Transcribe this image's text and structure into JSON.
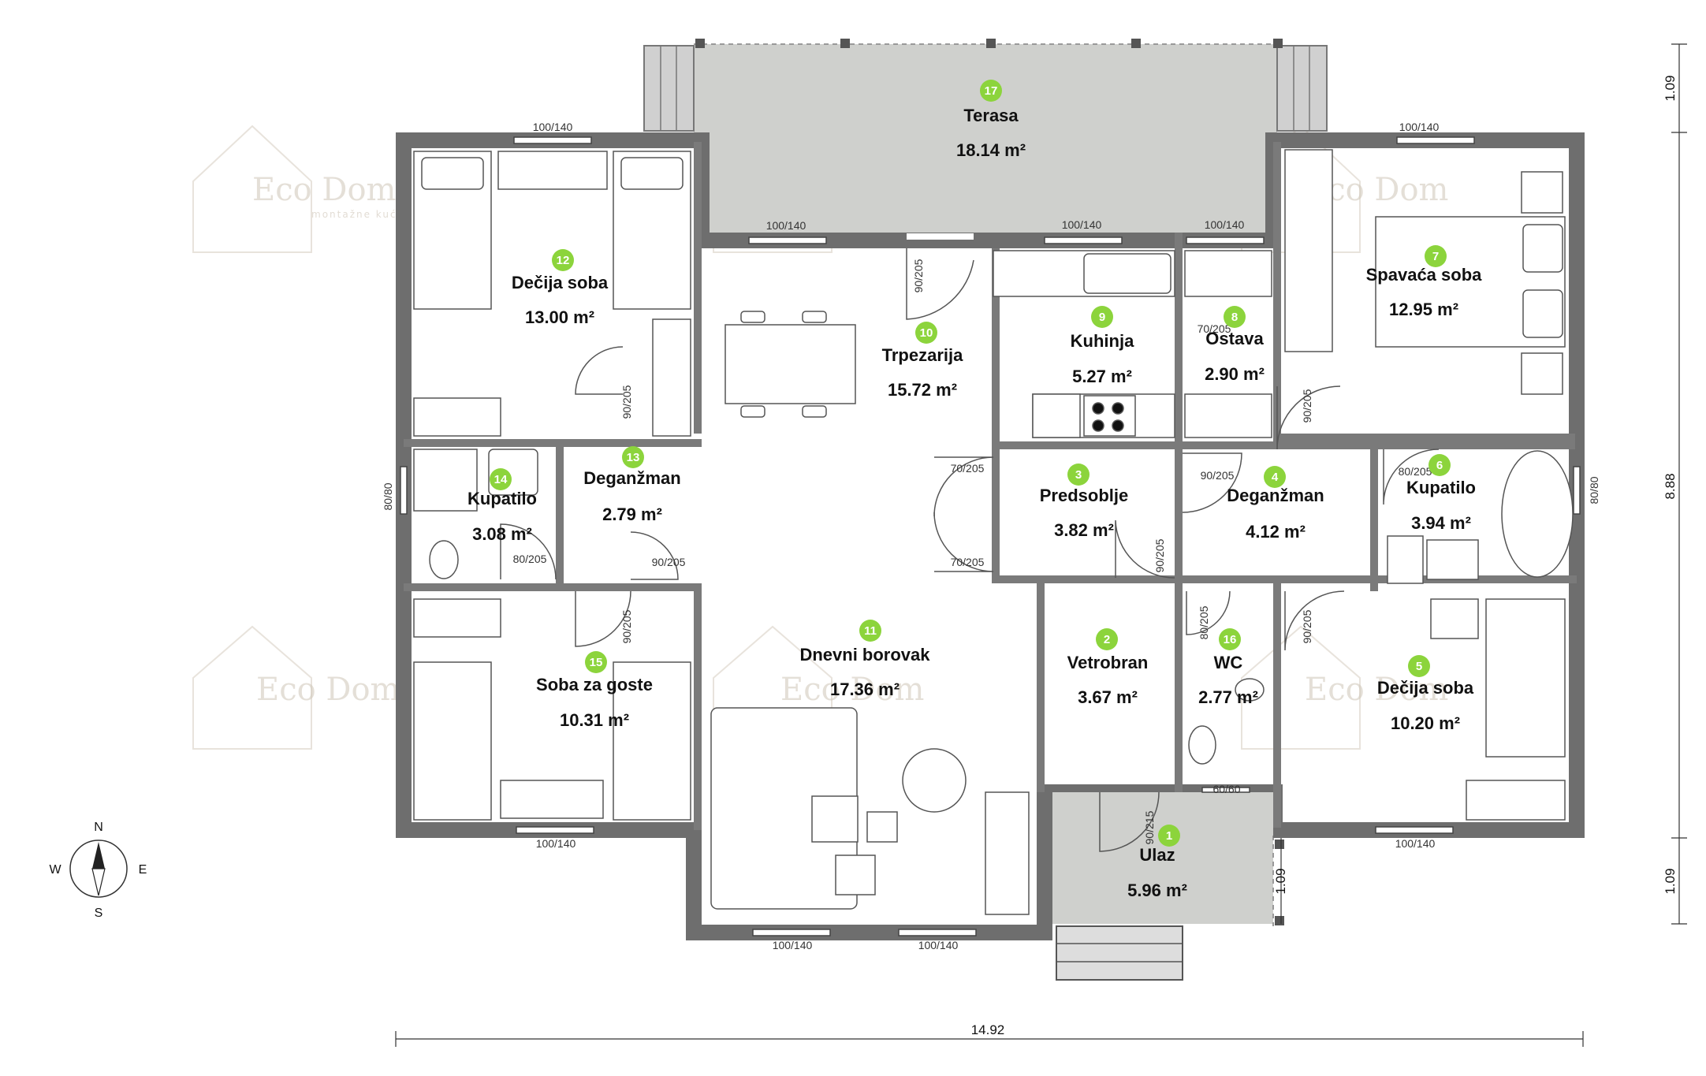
{
  "watermark": {
    "brand": "Eco Dom",
    "tagline": "montažne kuće"
  },
  "rooms": [
    {
      "num": "1",
      "name": "Ulaz",
      "area": "5.96 m²"
    },
    {
      "num": "2",
      "name": "Vetrobran",
      "area": "3.67 m²"
    },
    {
      "num": "3",
      "name": "Predsoblje",
      "area": "3.82 m²"
    },
    {
      "num": "4",
      "name": "Deganžman",
      "area": "4.12 m²"
    },
    {
      "num": "5",
      "name": "Dečija soba",
      "area": "10.20 m²"
    },
    {
      "num": "6",
      "name": "Kupatilo",
      "area": "3.94 m²"
    },
    {
      "num": "7",
      "name": "Spavaća soba",
      "area": "12.95 m²"
    },
    {
      "num": "8",
      "name": "Ostava",
      "area": "2.90 m²"
    },
    {
      "num": "9",
      "name": "Kuhinja",
      "area": "5.27 m²"
    },
    {
      "num": "10",
      "name": "Trpezarija",
      "area": "15.72 m²"
    },
    {
      "num": "11",
      "name": "Dnevni borovak",
      "area": "17.36 m²"
    },
    {
      "num": "12",
      "name": "Dečija soba",
      "area": "13.00 m²"
    },
    {
      "num": "13",
      "name": "Deganžman",
      "area": "2.79 m²"
    },
    {
      "num": "14",
      "name": "Kupatilo",
      "area": "3.08 m²"
    },
    {
      "num": "15",
      "name": "Soba za goste",
      "area": "10.31 m²"
    },
    {
      "num": "16",
      "name": "WC",
      "area": "2.77 m²"
    },
    {
      "num": "17",
      "name": "Terasa",
      "area": "18.14 m²"
    }
  ],
  "openings": {
    "w_100_140": "100/140",
    "w_80_80": "80/80",
    "w_60_60": "60/60",
    "d_90_205": "90/205",
    "d_80_205": "80/205",
    "d_70_205": "70/205",
    "d_90_215": "90/215"
  },
  "dimensions": {
    "total_width": "14.92",
    "total_depth": "8.88",
    "terrace_depth": "1.09",
    "entry_depth": "1.09",
    "entry_side": "1.09"
  },
  "compass": {
    "n": "N",
    "s": "S",
    "e": "E",
    "w": "W"
  },
  "colors": {
    "wall": "#6e6e6e",
    "outdoor": "#cfd0cd",
    "badge": "#8cd43c",
    "line": "#444444"
  }
}
